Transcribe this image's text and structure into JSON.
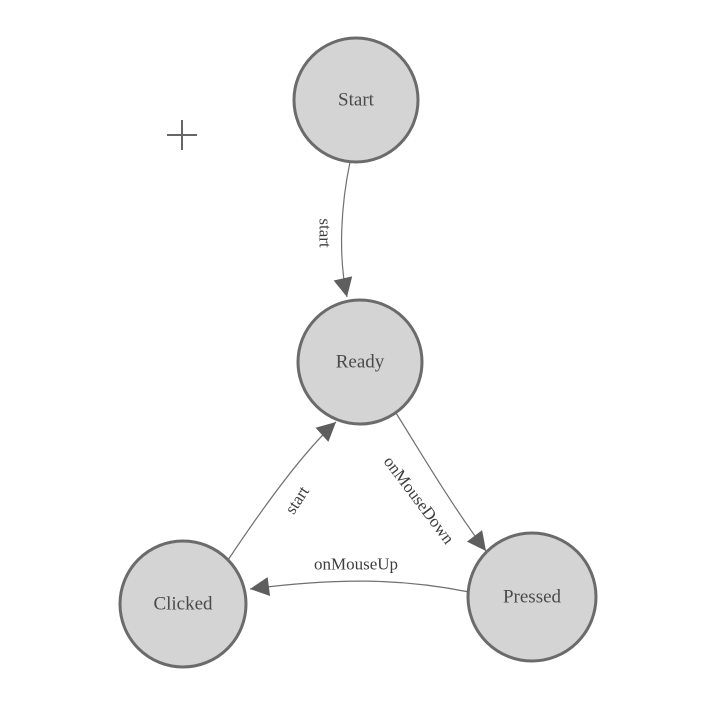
{
  "diagram": {
    "type": "state-machine",
    "colors": {
      "node_fill": "#d4d4d4",
      "node_border": "#6b6b6b",
      "edge_line": "#707070",
      "arrowhead": "#5e5e5e",
      "node_label": "#4a4a4a",
      "edge_label": "#3e3e3e",
      "crosshair": "#666666",
      "background": "#ffffff"
    },
    "nodes": [
      {
        "id": "start",
        "label": "Start"
      },
      {
        "id": "ready",
        "label": "Ready"
      },
      {
        "id": "clicked",
        "label": "Clicked"
      },
      {
        "id": "pressed",
        "label": "Pressed"
      }
    ],
    "edges": [
      {
        "from": "start",
        "to": "ready",
        "label": "start"
      },
      {
        "from": "clicked",
        "to": "ready",
        "label": "start"
      },
      {
        "from": "ready",
        "to": "pressed",
        "label": "onMouseDown"
      },
      {
        "from": "pressed",
        "to": "clicked",
        "label": "onMouseUp"
      }
    ]
  }
}
